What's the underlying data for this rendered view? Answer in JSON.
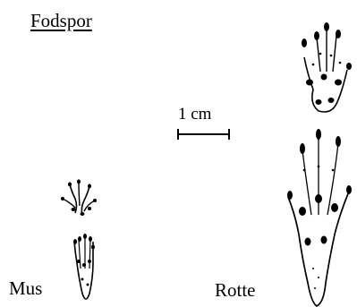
{
  "title": "Fodspor",
  "scale_bar": {
    "label": "1 cm"
  },
  "animals": [
    {
      "name": "Mus"
    },
    {
      "name": "Rotte"
    }
  ],
  "colors": {
    "ink": "#000000",
    "background": "#ffffff"
  }
}
